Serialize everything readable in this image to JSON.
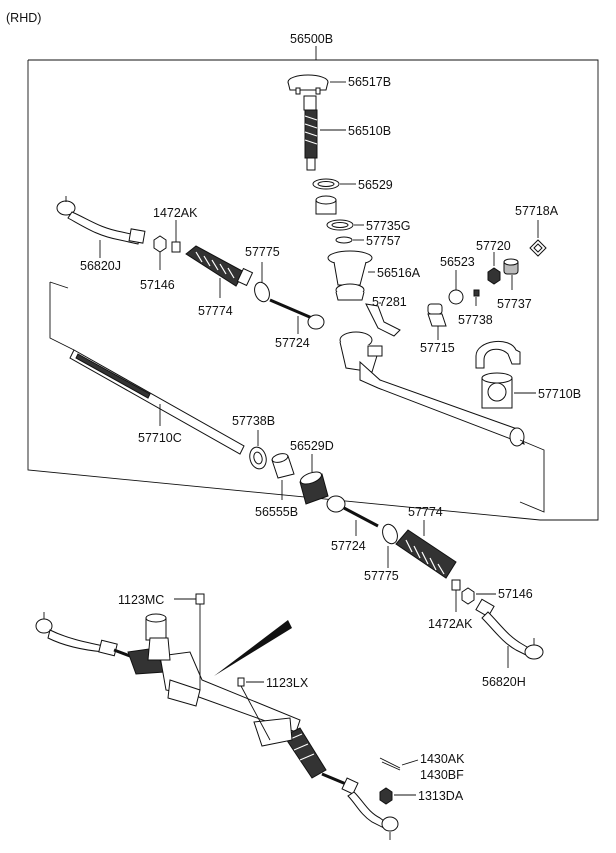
{
  "variant": "(RHD)",
  "assembly_label": "56500B",
  "parts": {
    "p56517B": "56517B",
    "p56510B": "56510B",
    "p56529": "56529",
    "p57735G": "57735G",
    "p57757": "57757",
    "p56516A": "56516A",
    "p57718A": "57718A",
    "p1472AK_top": "1472AK",
    "p56820J": "56820J",
    "p57146_top": "57146",
    "p57775_top": "57775",
    "p57774_top": "57774",
    "p57724_top": "57724",
    "p56523": "56523",
    "p57720": "57720",
    "p57281": "57281",
    "p57737": "57737",
    "p57738": "57738",
    "p57715": "57715",
    "p57710B": "57710B",
    "p57710C": "57710C",
    "p57738B": "57738B",
    "p56529D": "56529D",
    "p56555B": "56555B",
    "p57774_bot": "57774",
    "p57724_bot": "57724",
    "p57775_bot": "57775",
    "p57146_bot": "57146",
    "p1472AK_bot": "1472AK",
    "p56820H": "56820H",
    "p1123MC": "1123MC",
    "p1123LX": "1123LX",
    "p1430AK": "1430AK",
    "p1430BF": "1430BF",
    "p1313DA": "1313DA"
  }
}
